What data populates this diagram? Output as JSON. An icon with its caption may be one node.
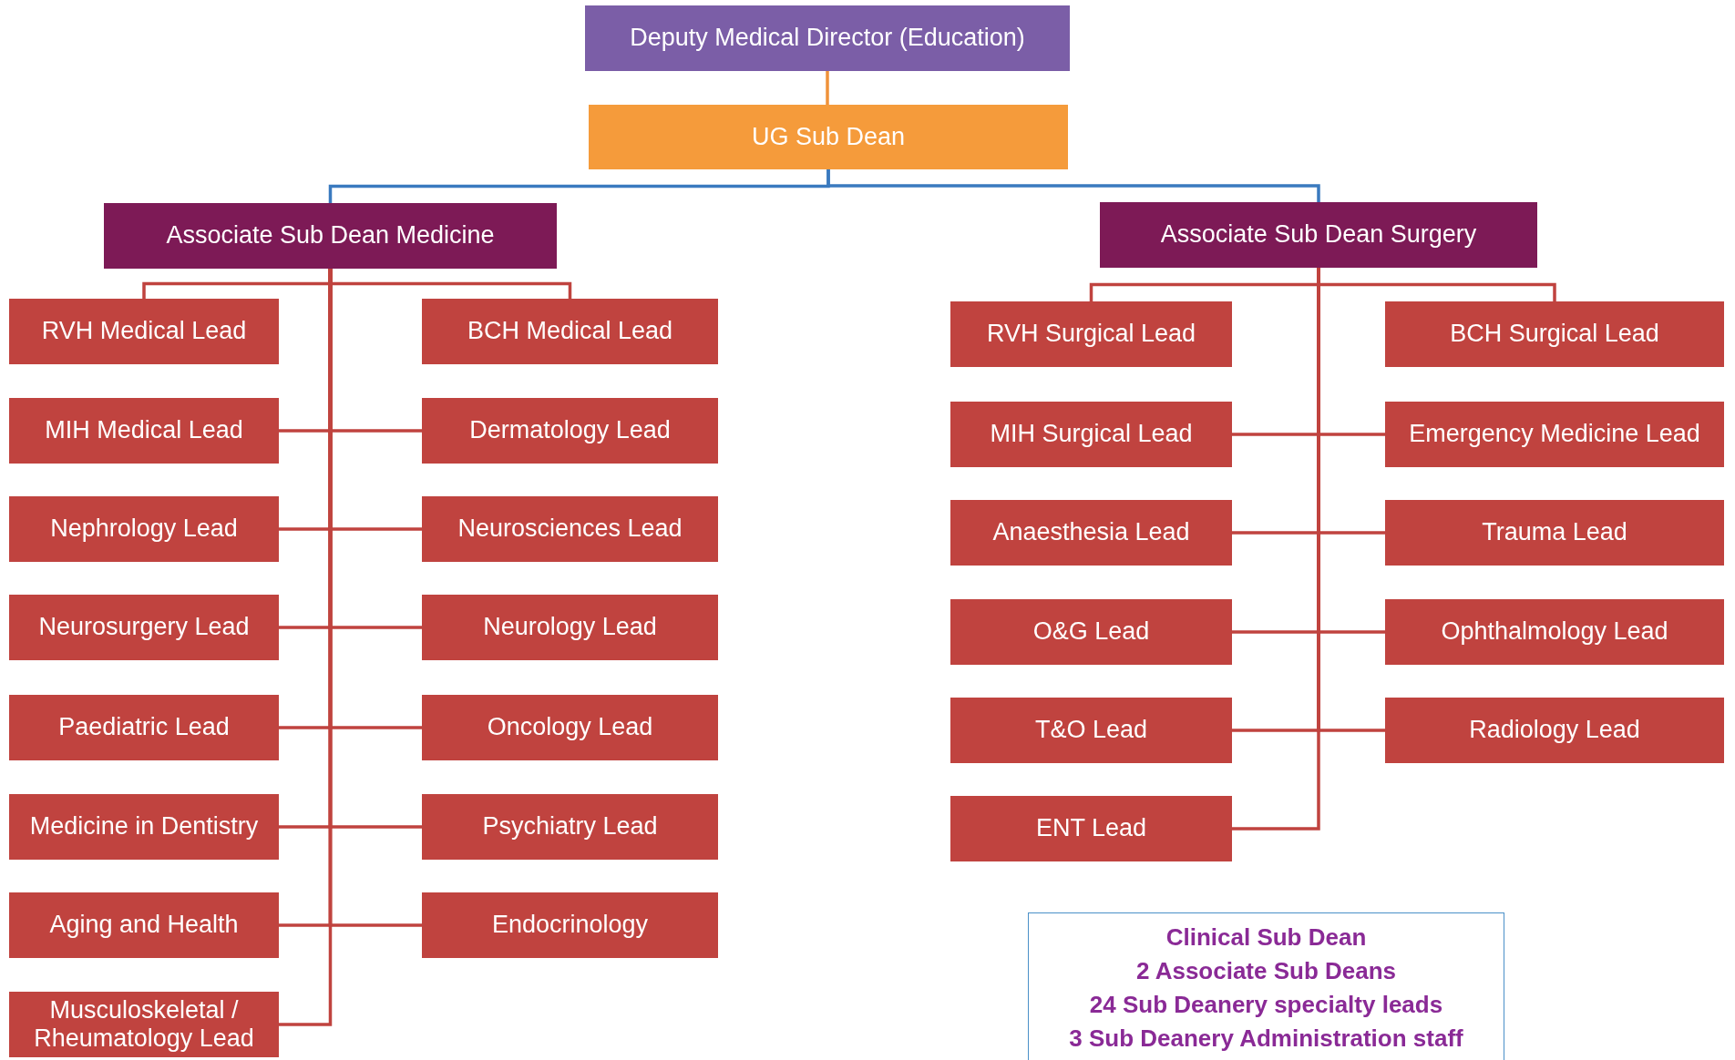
{
  "diagram": {
    "nodes": [
      {
        "text": [
          "Deputy Medical Director (Education)"
        ]
      },
      {
        "text": [
          "UG Sub Dean"
        ]
      },
      {
        "text": [
          "Associate Sub Dean Medicine"
        ]
      },
      {
        "text": [
          "Associate Sub Dean Surgery"
        ]
      },
      {
        "text": [
          "RVH Medical Lead"
        ]
      },
      {
        "text": [
          "BCH Medical Lead"
        ]
      },
      {
        "text": [
          "MIH Medical Lead"
        ]
      },
      {
        "text": [
          "Dermatology Lead"
        ]
      },
      {
        "text": [
          "Nephrology Lead"
        ]
      },
      {
        "text": [
          "Neurosciences Lead"
        ]
      },
      {
        "text": [
          "Neurosurgery Lead"
        ]
      },
      {
        "text": [
          "Neurology Lead"
        ]
      },
      {
        "text": [
          "Paediatric Lead"
        ]
      },
      {
        "text": [
          "Oncology Lead"
        ]
      },
      {
        "text": [
          "Medicine in Dentistry"
        ]
      },
      {
        "text": [
          "Psychiatry Lead"
        ]
      },
      {
        "text": [
          "Aging and Health"
        ]
      },
      {
        "text": [
          "Endocrinology"
        ]
      },
      {
        "text": [
          "Musculoskeletal / Rheumatology Lead"
        ]
      },
      {
        "text": [
          "RVH Surgical Lead"
        ]
      },
      {
        "text": [
          "BCH Surgical Lead"
        ]
      },
      {
        "text": [
          "MIH Surgical Lead"
        ]
      },
      {
        "text": [
          "Emergency Medicine Lead"
        ]
      },
      {
        "text": [
          "Anaesthesia Lead"
        ]
      },
      {
        "text": [
          "Trauma Lead"
        ]
      },
      {
        "text": [
          "O&G Lead"
        ]
      },
      {
        "text": [
          "Ophthalmology Lead"
        ]
      },
      {
        "text": [
          "T&O Lead"
        ]
      },
      {
        "text": [
          "Radiology Lead"
        ]
      },
      {
        "text": [
          "ENT Lead"
        ]
      },
      {
        "text": [
          "Clinical Sub Dean",
          "2 Associate Sub Deans",
          "24 Sub Deanery specialty leads",
          "3 Sub Deanery Administration staff"
        ]
      }
    ],
    "edges": [
      {
        "from": 0,
        "to": 1,
        "arrow": "none",
        "color": "#f0923a"
      },
      {
        "from": 1,
        "to": 2,
        "arrow": "none",
        "color": "#3a7abf"
      },
      {
        "from": 1,
        "to": 3,
        "arrow": "none",
        "color": "#3a7abf"
      },
      {
        "from": 2,
        "to": 4,
        "arrow": "none"
      },
      {
        "from": 2,
        "to": 5,
        "arrow": "none"
      },
      {
        "from": 2,
        "to": 6,
        "arrow": "none"
      },
      {
        "from": 2,
        "to": 7,
        "arrow": "none"
      },
      {
        "from": 2,
        "to": 8,
        "arrow": "none"
      },
      {
        "from": 2,
        "to": 9,
        "arrow": "none"
      },
      {
        "from": 2,
        "to": 10,
        "arrow": "none"
      },
      {
        "from": 2,
        "to": 11,
        "arrow": "none"
      },
      {
        "from": 2,
        "to": 12,
        "arrow": "none"
      },
      {
        "from": 2,
        "to": 13,
        "arrow": "none"
      },
      {
        "from": 2,
        "to": 14,
        "arrow": "none"
      },
      {
        "from": 2,
        "to": 15,
        "arrow": "none"
      },
      {
        "from": 2,
        "to": 16,
        "arrow": "none"
      },
      {
        "from": 2,
        "to": 17,
        "arrow": "none"
      },
      {
        "from": 2,
        "to": 18,
        "arrow": "none"
      },
      {
        "from": 3,
        "to": 19,
        "arrow": "none"
      },
      {
        "from": 3,
        "to": 20,
        "arrow": "none"
      },
      {
        "from": 3,
        "to": 21,
        "arrow": "none"
      },
      {
        "from": 3,
        "to": 22,
        "arrow": "none"
      },
      {
        "from": 3,
        "to": 23,
        "arrow": "none"
      },
      {
        "from": 3,
        "to": 24,
        "arrow": "none"
      },
      {
        "from": 3,
        "to": 25,
        "arrow": "none"
      },
      {
        "from": 3,
        "to": 26,
        "arrow": "none"
      },
      {
        "from": 3,
        "to": 27,
        "arrow": "none"
      },
      {
        "from": 3,
        "to": 28,
        "arrow": "none"
      },
      {
        "from": 3,
        "to": 29,
        "arrow": "none"
      }
    ]
  }
}
